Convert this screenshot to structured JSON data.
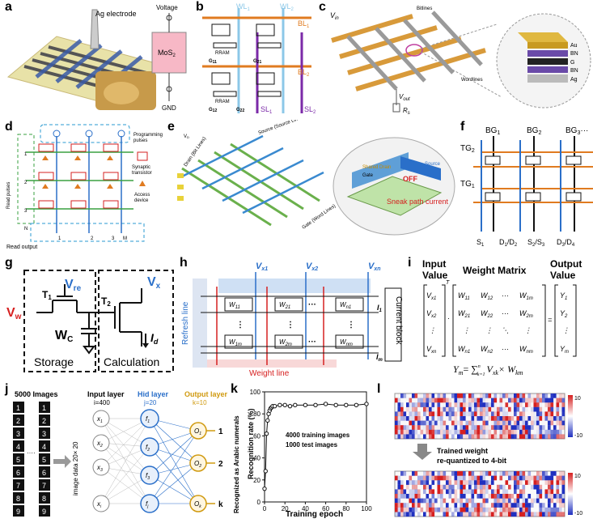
{
  "panels": {
    "a": {
      "label": "a",
      "electrode": "Ag electrode",
      "voltage": "Voltage",
      "material": "MoS",
      "material_sub": "2",
      "gnd": "GND"
    },
    "b": {
      "label": "b",
      "wl1": "WL",
      "wl1_sub": "1",
      "wl2": "WL",
      "wl2_sub": "2",
      "bl1": "BL",
      "bl1_sub": "1",
      "bl2": "BL",
      "bl2_sub": "2",
      "sl1": "SL",
      "sl1_sub": "1",
      "sl2": "SL",
      "sl2_sub": "2",
      "rram": "RRAM",
      "g11": "G",
      "g11_sub": "11",
      "g21": "G",
      "g21_sub": "21",
      "g12": "G",
      "g12_sub": "12",
      "g22": "G",
      "g22_sub": "22"
    },
    "c": {
      "label": "c",
      "vin": "V",
      "vin_sub": "in",
      "vout": "V",
      "vout_sub": "out",
      "rs": "R",
      "rs_sub": "s",
      "bitlines": "Bitlines",
      "wordlines": "Wordlines",
      "layers": [
        "Au",
        "BN",
        "G",
        "BN",
        "Ag"
      ]
    },
    "d": {
      "label": "d",
      "prog": "Programming",
      "prog2": "pulses",
      "read_pulses": "Read pulses",
      "synaptic": "Synaptic",
      "synaptic2": "transistor",
      "access": "Access",
      "access2": "device",
      "read_output": "Read output",
      "rows": [
        "1",
        "2",
        "3",
        "N"
      ],
      "cols": [
        "1",
        "2",
        "3",
        "M"
      ]
    },
    "e": {
      "label": "e",
      "drain": "Drain (Bit Lines)",
      "source": "Source (Source Lines)",
      "gate": "Gate (Word Lines)",
      "shared": "Shared Drain",
      "gate_lbl": "Gate",
      "source_lbl": "Source",
      "off": "OFF",
      "sneak": "Sneak path current",
      "vd": "V",
      "vd_sub": "D"
    },
    "f": {
      "label": "f",
      "bg1": "BG",
      "bg1_sub": "1",
      "bg2": "BG",
      "bg2_sub": "2",
      "bg3": "BG",
      "bg3_sub": "3",
      "dots": "···",
      "tg2": "TG",
      "tg2_sub": "2",
      "tg1": "TG",
      "tg1_sub": "1",
      "s1": "S",
      "s1_sub": "1",
      "d12": "D",
      "d12_a": "1",
      "d12_b": "/D",
      "d12_c": "2",
      "s23": "S",
      "s23_a": "2",
      "s23_b": "/S",
      "s23_c": "3",
      "d34": "D",
      "d34_a": "3",
      "d34_b": "/D",
      "d34_c": "4"
    },
    "g": {
      "label": "g",
      "vre": "V",
      "vre_sub": "re",
      "vx": "V",
      "vx_sub": "x",
      "vw": "V",
      "vw_sub": "w",
      "t1": "T",
      "t1_sub": "1",
      "t2": "T",
      "t2_sub": "2",
      "wc": "W",
      "wc_sub": "C",
      "id": "I",
      "id_sub": "d",
      "storage": "Storage",
      "calculation": "Calculation"
    },
    "h": {
      "label": "h",
      "vx1": "V",
      "vx1_sub": "x1",
      "vx2": "V",
      "vx2_sub": "x2",
      "vxn": "V",
      "vxn_sub": "xn",
      "refresh": "Refresh line",
      "weight": "Weight line",
      "current": "Current block",
      "i1": "I",
      "i1_sub": "1",
      "im": "I",
      "im_sub": "m",
      "cells": [
        "W",
        "W",
        "W",
        "W",
        "W",
        "W"
      ],
      "cell_subs": [
        "11",
        "21",
        "n1",
        "1m",
        "2m",
        "nm"
      ],
      "dots": "···"
    },
    "i": {
      "label": "i",
      "input": "Input",
      "input2": "Value",
      "weight": "Weight Matrix",
      "output": "Output",
      "output2": "Value",
      "formula": "Y",
      "formula_sub": "m",
      "formula_rest": "= ∑",
      "formula_sum_top": "n",
      "formula_sum_bot": "k=1",
      "formula_tail": "V",
      "formula_tail_sub": "xk",
      "formula_times": "× W",
      "formula_w_sub": "km"
    },
    "j": {
      "label": "j",
      "images": "5000 Images",
      "input_layer": "Input layer",
      "input_n": "i=400",
      "hid_layer": "Hid layer",
      "hid_n": "j=20",
      "out_layer": "Output layer",
      "out_n": "k=10",
      "image_data": "image data 20× 20",
      "outputs": [
        "1",
        "2",
        "k"
      ]
    },
    "k": {
      "label": "k",
      "ylabel": "Recognition rate (%)",
      "xlabel": "Training epoch",
      "note1": "4000 training images",
      "note2": "1000 test images",
      "side": "Recognized as Arabic numerals"
    },
    "l": {
      "label": "l",
      "text1": "Trained weight",
      "text2": "re-quantized to 4-bit",
      "cb_top": "10",
      "cb_bot": "-10"
    }
  },
  "colors": {
    "orange": "#e07b20",
    "blue": "#2a6fc9",
    "purple": "#7b2aa8",
    "red": "#d62020",
    "lightblue": "#8cc8e8",
    "green": "#3aa040"
  },
  "chart_data": {
    "type": "line",
    "title": "",
    "xlabel": "Training epoch",
    "ylabel": "Recognition rate (%)",
    "xlim": [
      0,
      100
    ],
    "ylim": [
      0,
      100
    ],
    "xticks": [
      0,
      20,
      40,
      60,
      80,
      100
    ],
    "yticks": [
      0,
      20,
      40,
      60,
      80,
      100
    ],
    "x": [
      0,
      1,
      2,
      3,
      4,
      5,
      6,
      7,
      8,
      10,
      15,
      20,
      25,
      30,
      40,
      50,
      60,
      70,
      80,
      90,
      100
    ],
    "y": [
      12,
      28,
      62,
      74,
      80,
      83,
      85,
      86,
      87,
      87,
      88,
      88,
      87,
      88,
      88,
      88,
      89,
      88,
      88,
      88,
      89
    ]
  }
}
